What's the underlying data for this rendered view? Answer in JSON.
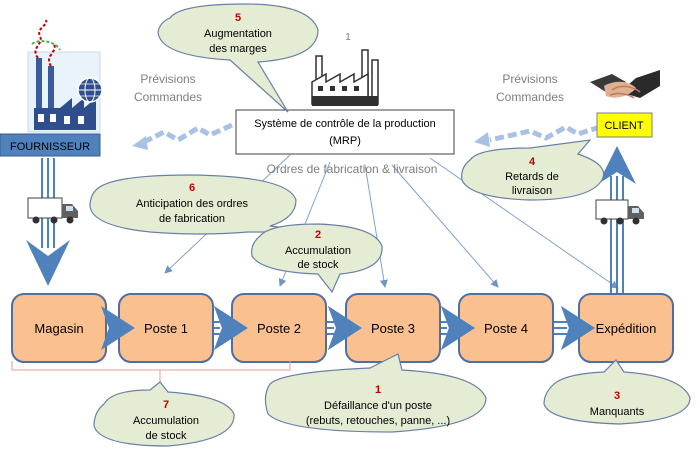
{
  "page_number": "1",
  "mrp": {
    "line1": "Système de contrôle de la production",
    "line2": "(MRP)"
  },
  "supplier": {
    "label": "FOURNISSEUR"
  },
  "client": {
    "label": "CLIENT"
  },
  "left_flow": {
    "line1": "Prévisions",
    "line2": "Commandes"
  },
  "right_flow": {
    "line1": "Prévisions",
    "line2": "Commandes"
  },
  "orders_label": "Ordres de fabrication & livraison",
  "stations": [
    "Magasin",
    "Poste 1",
    "Poste 2",
    "Poste 3",
    "Poste 4",
    "Expédition"
  ],
  "callouts": {
    "c5": {
      "num": "5",
      "line1": "Augmentation",
      "line2": "des marges"
    },
    "c4": {
      "num": "4",
      "line1": "Retards de",
      "line2": "livraison"
    },
    "c6": {
      "num": "6",
      "line1": "Anticipation des ordres",
      "line2": "de fabrication"
    },
    "c2": {
      "num": "2",
      "line1": "Accumulation",
      "line2": "de stock"
    },
    "c7": {
      "num": "7",
      "line1": "Accumulation",
      "line2": "de stock"
    },
    "c1": {
      "num": "1",
      "line1": "Défaillance d'un poste",
      "line2": "(rebuts, retouches, panne, ...)"
    },
    "c3": {
      "num": "3",
      "line1": "Manquants"
    }
  },
  "colors": {
    "station_fill": "#fac090",
    "station_stroke": "#4f6fa0",
    "bubble_fill": "#e5ecd4",
    "bubble_stroke": "#6a7fa8",
    "arrow_blue": "#4f81bd",
    "supplier_box": "#4f81bd",
    "client_box": "#ffff00",
    "number_red": "#c00000"
  },
  "icons": [
    "factory-icon",
    "globe-icon",
    "handshake-icon",
    "truck-icon"
  ]
}
